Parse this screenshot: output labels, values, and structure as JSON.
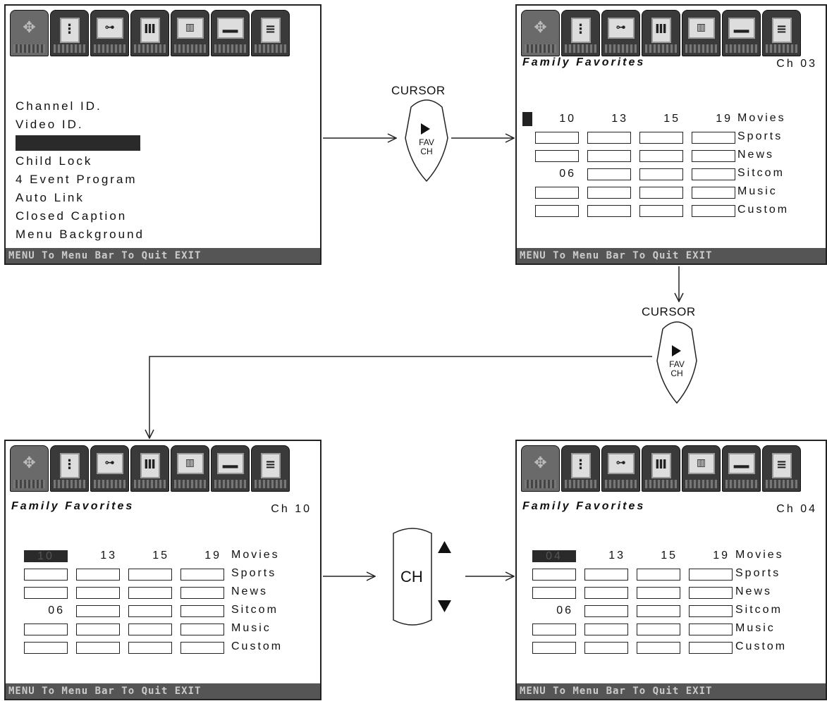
{
  "tv_menu": {
    "items": [
      "Channel ID.",
      "Video ID.",
      "Family Favorites",
      "Child Lock",
      "4 Event Program",
      "Auto Link",
      "Closed Caption",
      "Menu Background"
    ],
    "bottom_bar": "MENU To Menu Bar  To Quit EXIT"
  },
  "icons": [
    "nav-icon",
    "setup-icon",
    "parental-key-icon",
    "video-icon",
    "audio-icon",
    "theater-icon",
    "features-icon"
  ],
  "ff": {
    "title": "Family Favorites",
    "categories": [
      "Movies",
      "Sports",
      "News",
      "Sitcom",
      "Music",
      "Custom"
    ],
    "row1": [
      "10",
      "13",
      "15",
      "19"
    ],
    "row4_first": "06",
    "screen2_ch": "Ch 03",
    "screen3_ch": "Ch 10",
    "screen4_ch": "Ch 04",
    "screen3_selected": "10",
    "screen4_selected": "04"
  },
  "remote": {
    "cursor_label": "CURSOR",
    "fav_line1": "FAV",
    "fav_line2": "CH",
    "ch_label": "CH"
  }
}
